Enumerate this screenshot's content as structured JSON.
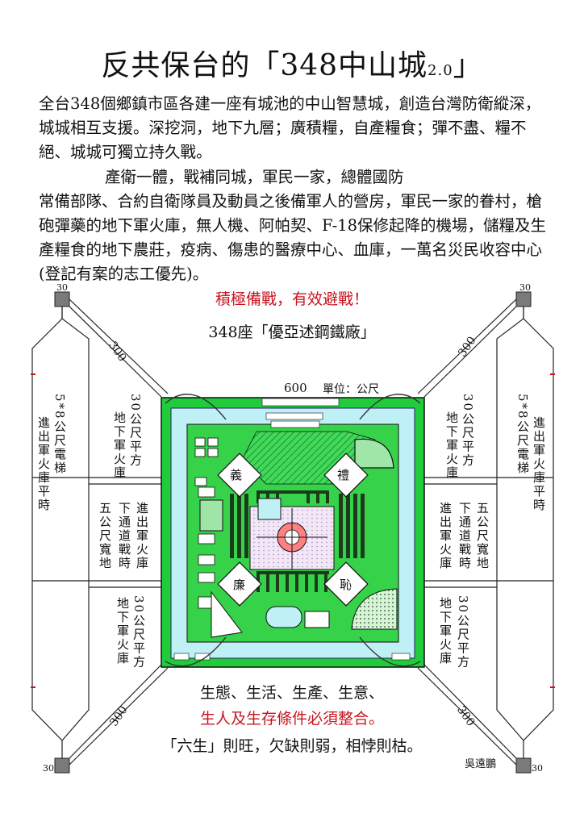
{
  "title": {
    "main": "反共保台的「348中山城",
    "version": "2.0",
    "close": "」"
  },
  "intro": "全台348個鄉鎮市區各建一座有城池的中山智慧城，創造台灣防衛縱深，城城相互支援。深挖洞，地下九層；廣積糧，自產糧食；彈不盡、糧不絕、城城可獨立持久戰。",
  "concept_heading": "產衛一體，戰補同城，軍民一家，總體國防",
  "concept_body": "常備部隊、合約自衛隊員及動員之後備軍人的營房，軍民一家的眷村，槍砲彈藥的地下軍火庫，無人機、阿帕契、F-18保修起降的機場，儲糧及生產糧食的地下農莊，疫病、傷患的醫療中心、血庫，一萬名災民收容中心(登記有案的志工優先)。",
  "slogan": "積極備戰，有效避戰！",
  "subtitle": "348座「優亞述鋼鐵廠」",
  "diagram": {
    "width_label": "600",
    "unit_label": "單位：公尺",
    "diag_len": "300",
    "corner_size": "30",
    "elevator": "5*8公尺電梯",
    "elevator2": "進出軍火庫",
    "elevator3": "平時",
    "underground": "地下軍火庫",
    "size30": "30公尺平方",
    "tunnel_a": "進出軍火庫",
    "tunnel_b": "下通道戰時",
    "tunnel_c": "五公尺寬地",
    "corner_chars": [
      "禮",
      "義",
      "廉",
      "恥"
    ]
  },
  "bottom": {
    "line1": "生態、生活、生產、生意、",
    "line2": "生人及生存條件必須整合。",
    "line3": "「六生」則旺，欠缺則弱，相悖則枯。"
  },
  "author": "吳遠鵬",
  "colors": {
    "red": "#c8141e",
    "green": "#20cc3a",
    "water": "#bff0f5",
    "gray": "#7a7a7a"
  }
}
